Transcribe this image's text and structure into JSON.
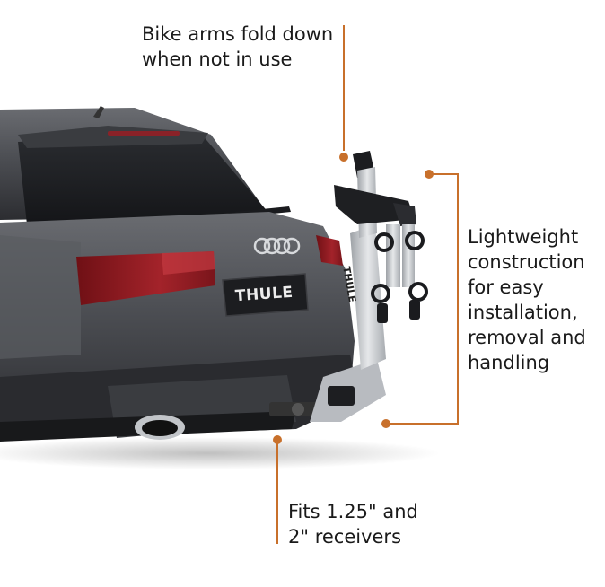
{
  "callouts": {
    "fold": {
      "lines": [
        "Bike arms fold down",
        "when not in use"
      ]
    },
    "lightweight": {
      "lines": [
        "Lightweight",
        "construction",
        "for easy",
        "installation,",
        "removal and",
        "handling"
      ]
    },
    "fits": {
      "lines": [
        "Fits 1.25\" and",
        "2\" receivers"
      ]
    }
  },
  "product": {
    "plate_logo": "THULE",
    "rack_logo": "THULE"
  },
  "colors": {
    "accent": "#c8702b",
    "car_body": "#4b4d52",
    "tail_light": "#8a1a1f",
    "rack": "#c9ccd0"
  }
}
